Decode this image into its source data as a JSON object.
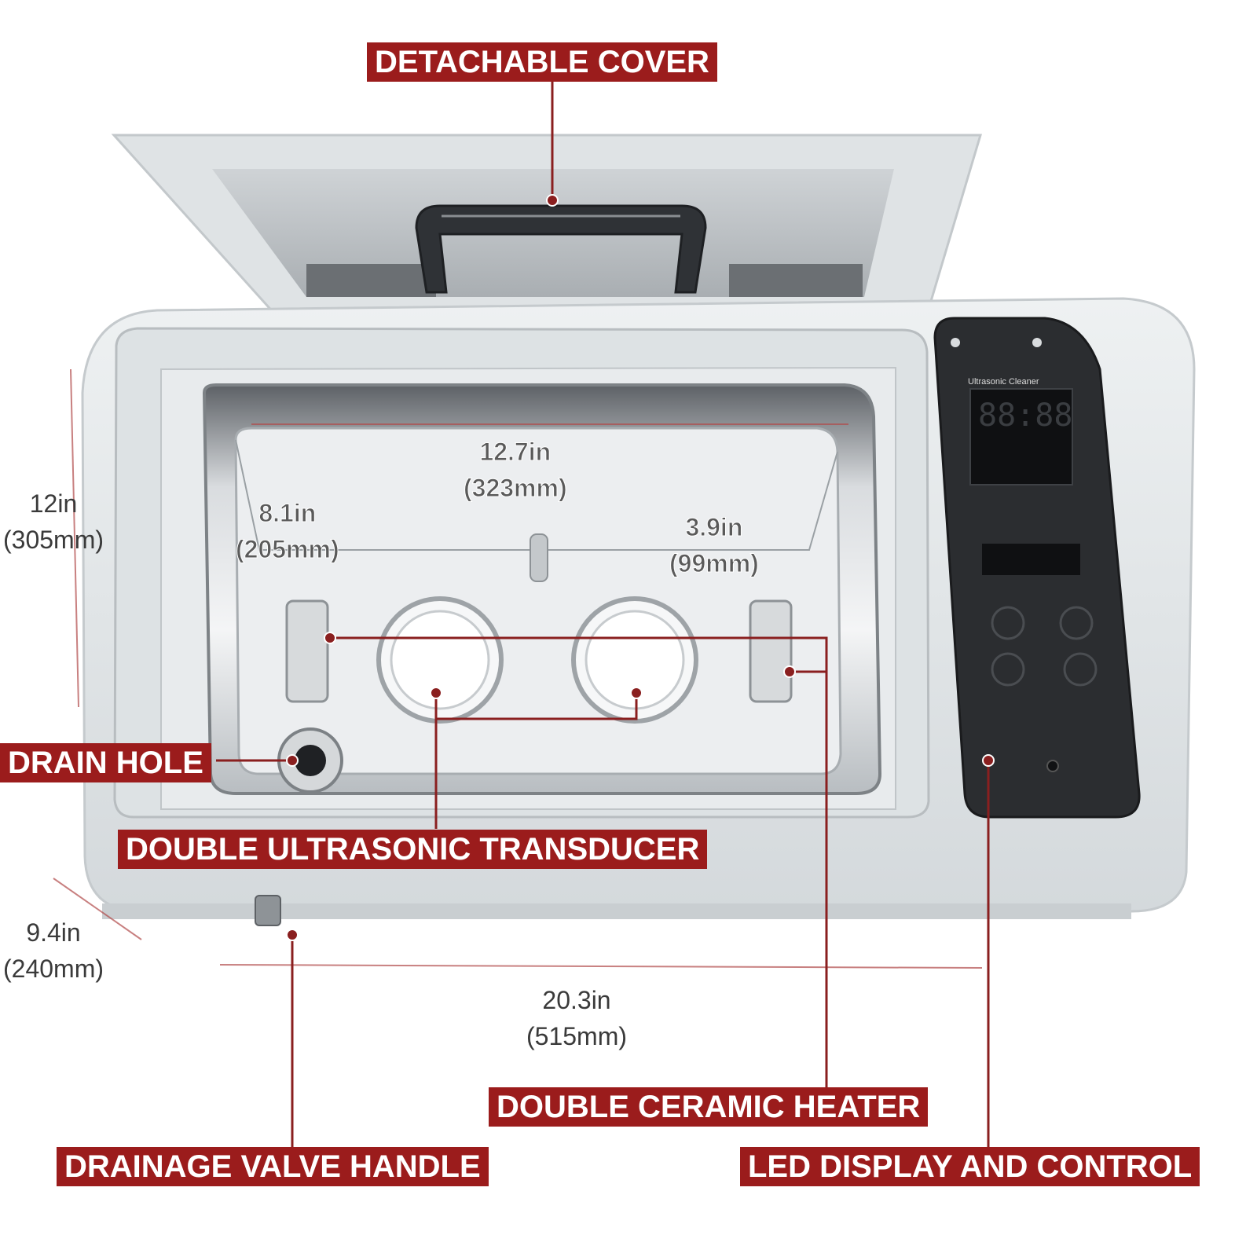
{
  "labels": {
    "detachable_cover": "DETACHABLE COVER",
    "drain_hole": "DRAIN HOLE",
    "double_ultrasonic_transducer": "DOUBLE ULTRASONIC TRANSDUCER",
    "double_ceramic_heater": "DOUBLE CERAMIC HEATER",
    "drainage_valve_handle": "DRAINAGE VALVE HANDLE",
    "led_display_and_control": "LED DISPLAY AND CONTROL"
  },
  "dimensions": {
    "height": {
      "in": "12in",
      "mm": "(305mm)"
    },
    "depth": {
      "in": "9.4in",
      "mm": "(240mm)"
    },
    "width": {
      "in": "20.3in",
      "mm": "(515mm)"
    },
    "tank_length": {
      "in": "12.7in",
      "mm": "(323mm)"
    },
    "tank_width": {
      "in": "8.1in",
      "mm": "(205mm)"
    },
    "tank_depth": {
      "in": "3.9in",
      "mm": "(99mm)"
    }
  },
  "panel": {
    "brand_text": "Ultrasonic Cleaner",
    "display_digits": "88:88"
  },
  "colors": {
    "accent": "#9b1c1c",
    "body": "#e4e8ea",
    "steel": "#c9ced2",
    "panel": "#2b2d30"
  }
}
